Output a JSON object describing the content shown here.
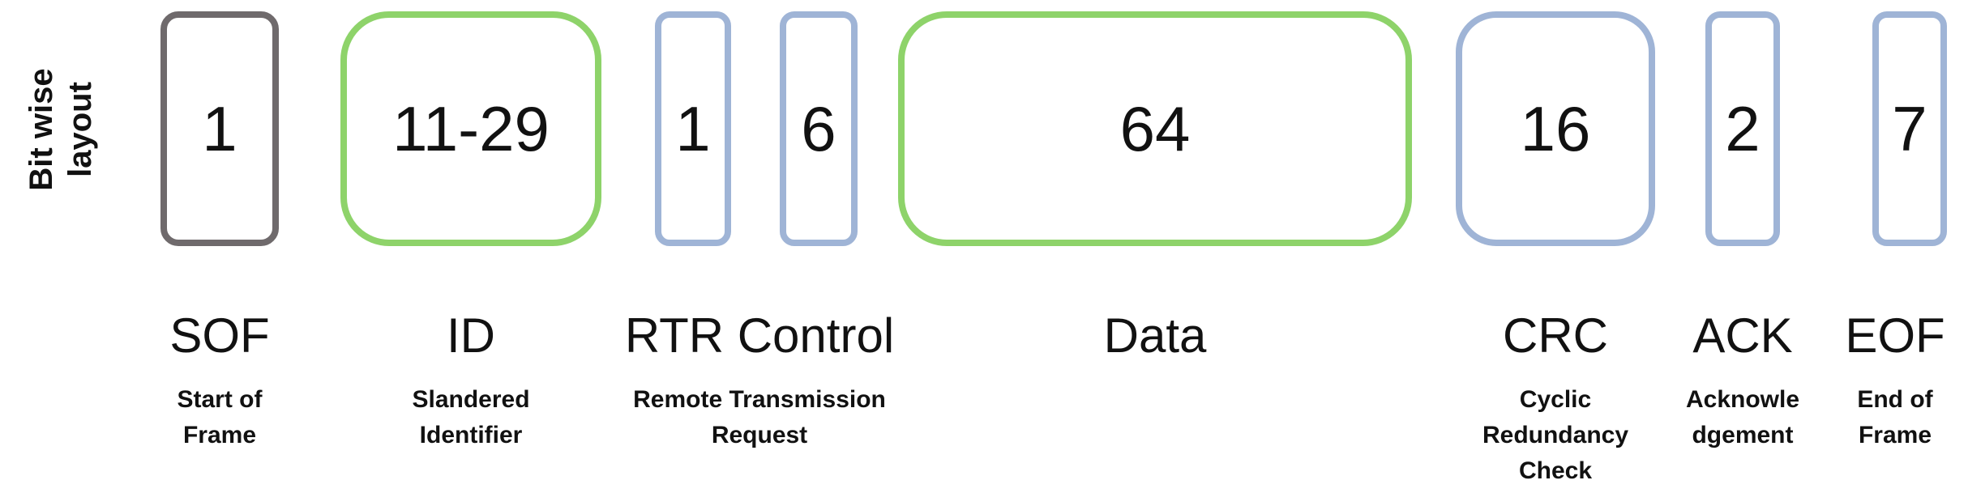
{
  "side_label": [
    "Bit wise",
    "layout"
  ],
  "colors": {
    "gray": "#6f6a6c",
    "green": "#8ed36a",
    "blue": "#9fb4d6"
  },
  "fields": [
    {
      "value": "1",
      "name": "SOF",
      "desc": [
        "Start of",
        "Frame"
      ]
    },
    {
      "value": "11-29",
      "name": "ID",
      "desc": [
        "Slandered",
        "Identifier"
      ]
    },
    {
      "value": "1"
    },
    {
      "value": "6"
    },
    {
      "value": "64",
      "name": "Data"
    },
    {
      "value": "16",
      "name": "CRC",
      "desc": [
        "Cyclic",
        "Redundancy",
        "Check"
      ]
    },
    {
      "value": "2",
      "name": "ACK",
      "desc": [
        "Acknowle",
        "dgement"
      ]
    },
    {
      "value": "7",
      "name": "EOF",
      "desc": [
        "End of",
        "Frame"
      ]
    }
  ],
  "rtr_control": {
    "name": "RTR Control",
    "desc": [
      "Remote Transmission",
      "Request"
    ]
  }
}
